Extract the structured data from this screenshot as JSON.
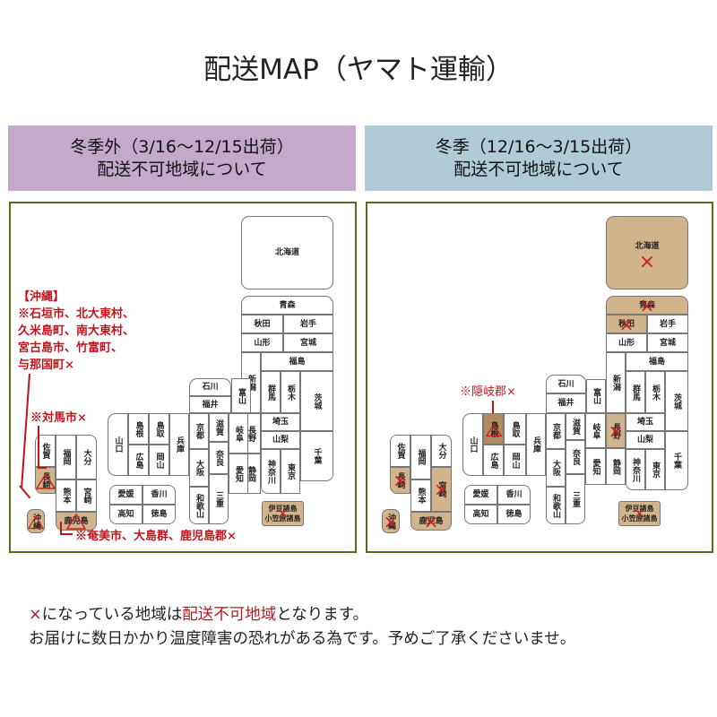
{
  "title": "配送MAP（ヤマト運輸）",
  "colors": {
    "off_season_header": "#c3a9ca",
    "winter_header": "#aecbd6",
    "frame_border": "#556b1f",
    "undeliverable_fill": "#d2b48c",
    "alert_red": "#c0141c"
  },
  "off_season": {
    "header_line1": "冬季外（3/16〜12/15出荷）",
    "header_line2": "配送不可地域について",
    "notes": {
      "okinawa_title": "【沖縄】",
      "okinawa_l1": "※石垣市、北大東村、",
      "okinawa_l2": "久米島町、南大東村、",
      "okinawa_l3": "宮古島市、竹富町、",
      "okinawa_l4": "与那国町×",
      "tsushima": "※対馬市×",
      "amami": "※奄美市、大島群、鹿児島郡×"
    },
    "undeliverable": [
      "長崎(一部)",
      "鹿児島(一部)",
      "沖縄(一部)",
      "伊豆諸島・小笠原諸島"
    ]
  },
  "winter": {
    "header_line1": "冬季（12/16〜3/15出荷）",
    "header_line2": "配送不可地域について",
    "notes": {
      "oki": "※隠岐郡×"
    },
    "undeliverable": [
      "北海道",
      "青森",
      "秋田",
      "長野",
      "長崎",
      "宮崎",
      "鹿児島",
      "沖縄",
      "島根(一部)",
      "伊豆諸島・小笠原諸島"
    ]
  },
  "prefectures": {
    "hokkaido": "北海道",
    "aomori": "青森",
    "akita": "秋田",
    "iwate": "岩手",
    "yamagata": "山形",
    "miyagi": "宮城",
    "fukushima": "福島",
    "niigata": "新潟",
    "gunma": "群馬",
    "tochigi": "栃木",
    "ibaraki": "茨城",
    "ishikawa": "石川",
    "fukui": "福井",
    "toyama": "富山",
    "nagano": "長野",
    "saitama": "埼玉",
    "yamanashi": "山梨",
    "chiba": "千葉",
    "kyoto": "京都",
    "shiga": "滋賀",
    "gifu": "岐阜",
    "osaka": "大阪",
    "nara": "奈良",
    "aichi": "愛知",
    "shizuoka": "静岡",
    "kanagawa": "神奈川",
    "tokyo": "東京",
    "wakayama": "和歌山",
    "mie": "三重",
    "hyogo": "兵庫",
    "yamaguchi": "山口",
    "shimane": "島根",
    "tottori": "鳥取",
    "hiroshima": "広島",
    "okayama": "岡山",
    "ehime": "愛媛",
    "kagawa": "香川",
    "kochi": "高知",
    "tokushima": "徳島",
    "saga": "佐賀",
    "fukuoka": "福岡",
    "oita": "大分",
    "nagasaki": "長崎",
    "kumamoto": "熊本",
    "miyazaki": "宮崎",
    "kagoshima": "鹿児島",
    "okinawa": "沖縄",
    "izu_l1": "伊豆諸島",
    "izu_l2": "小笠原諸島"
  },
  "marks": {
    "cross": "×"
  },
  "footer": {
    "line1_prefix": "×になっている地域は",
    "line1_highlight": "配送不可地域",
    "line1_suffix": "となります。",
    "line2": "お届けに数日かかり温度障害の恐れがある為です。予めご了承くださいませ。"
  }
}
